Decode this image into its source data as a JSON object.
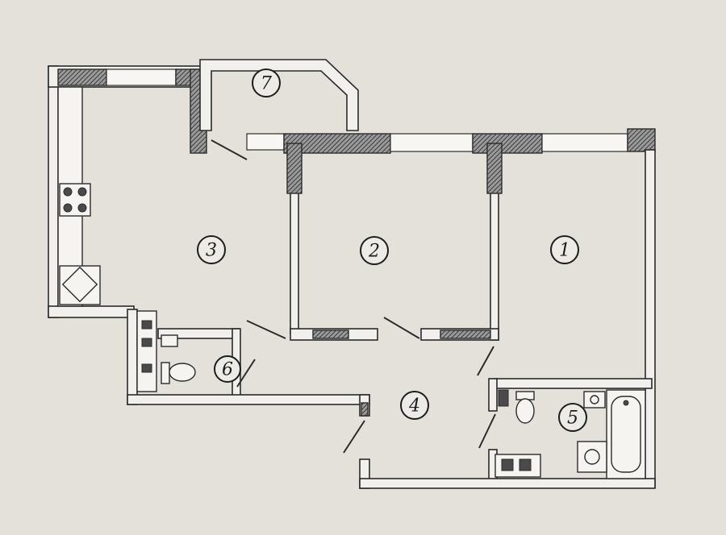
{
  "rooms": [
    {
      "id": "1",
      "label": "1"
    },
    {
      "id": "2",
      "label": "2"
    },
    {
      "id": "3",
      "label": "3"
    },
    {
      "id": "4",
      "label": "4"
    },
    {
      "id": "5",
      "label": "5"
    },
    {
      "id": "6",
      "label": "6"
    },
    {
      "id": "7",
      "label": "7"
    }
  ],
  "colors": {
    "background": "#e4e1db",
    "line": "#2b2b2b",
    "hatch": "#555555"
  }
}
